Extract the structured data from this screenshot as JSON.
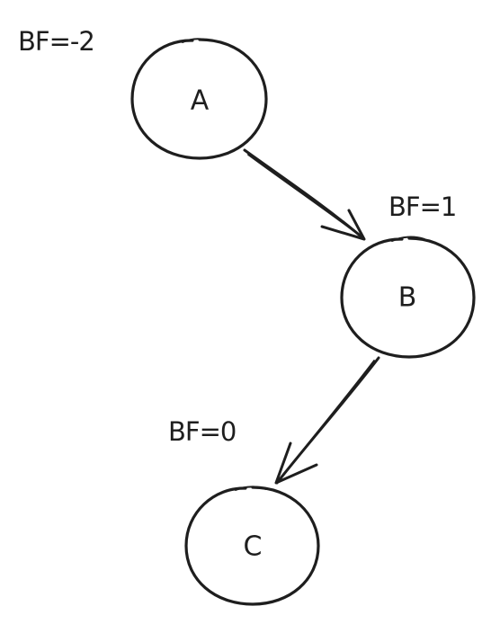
{
  "diagram": {
    "nodes": [
      {
        "id": "A",
        "label": "A",
        "balance_label": "BF=-2"
      },
      {
        "id": "B",
        "label": "B",
        "balance_label": "BF=1"
      },
      {
        "id": "C",
        "label": "C",
        "balance_label": "BF=0"
      }
    ],
    "edges": [
      {
        "from": "A",
        "to": "B"
      },
      {
        "from": "B",
        "to": "C"
      }
    ],
    "colors": {
      "ink": "#1e1e1e",
      "background": "#ffffff"
    }
  }
}
